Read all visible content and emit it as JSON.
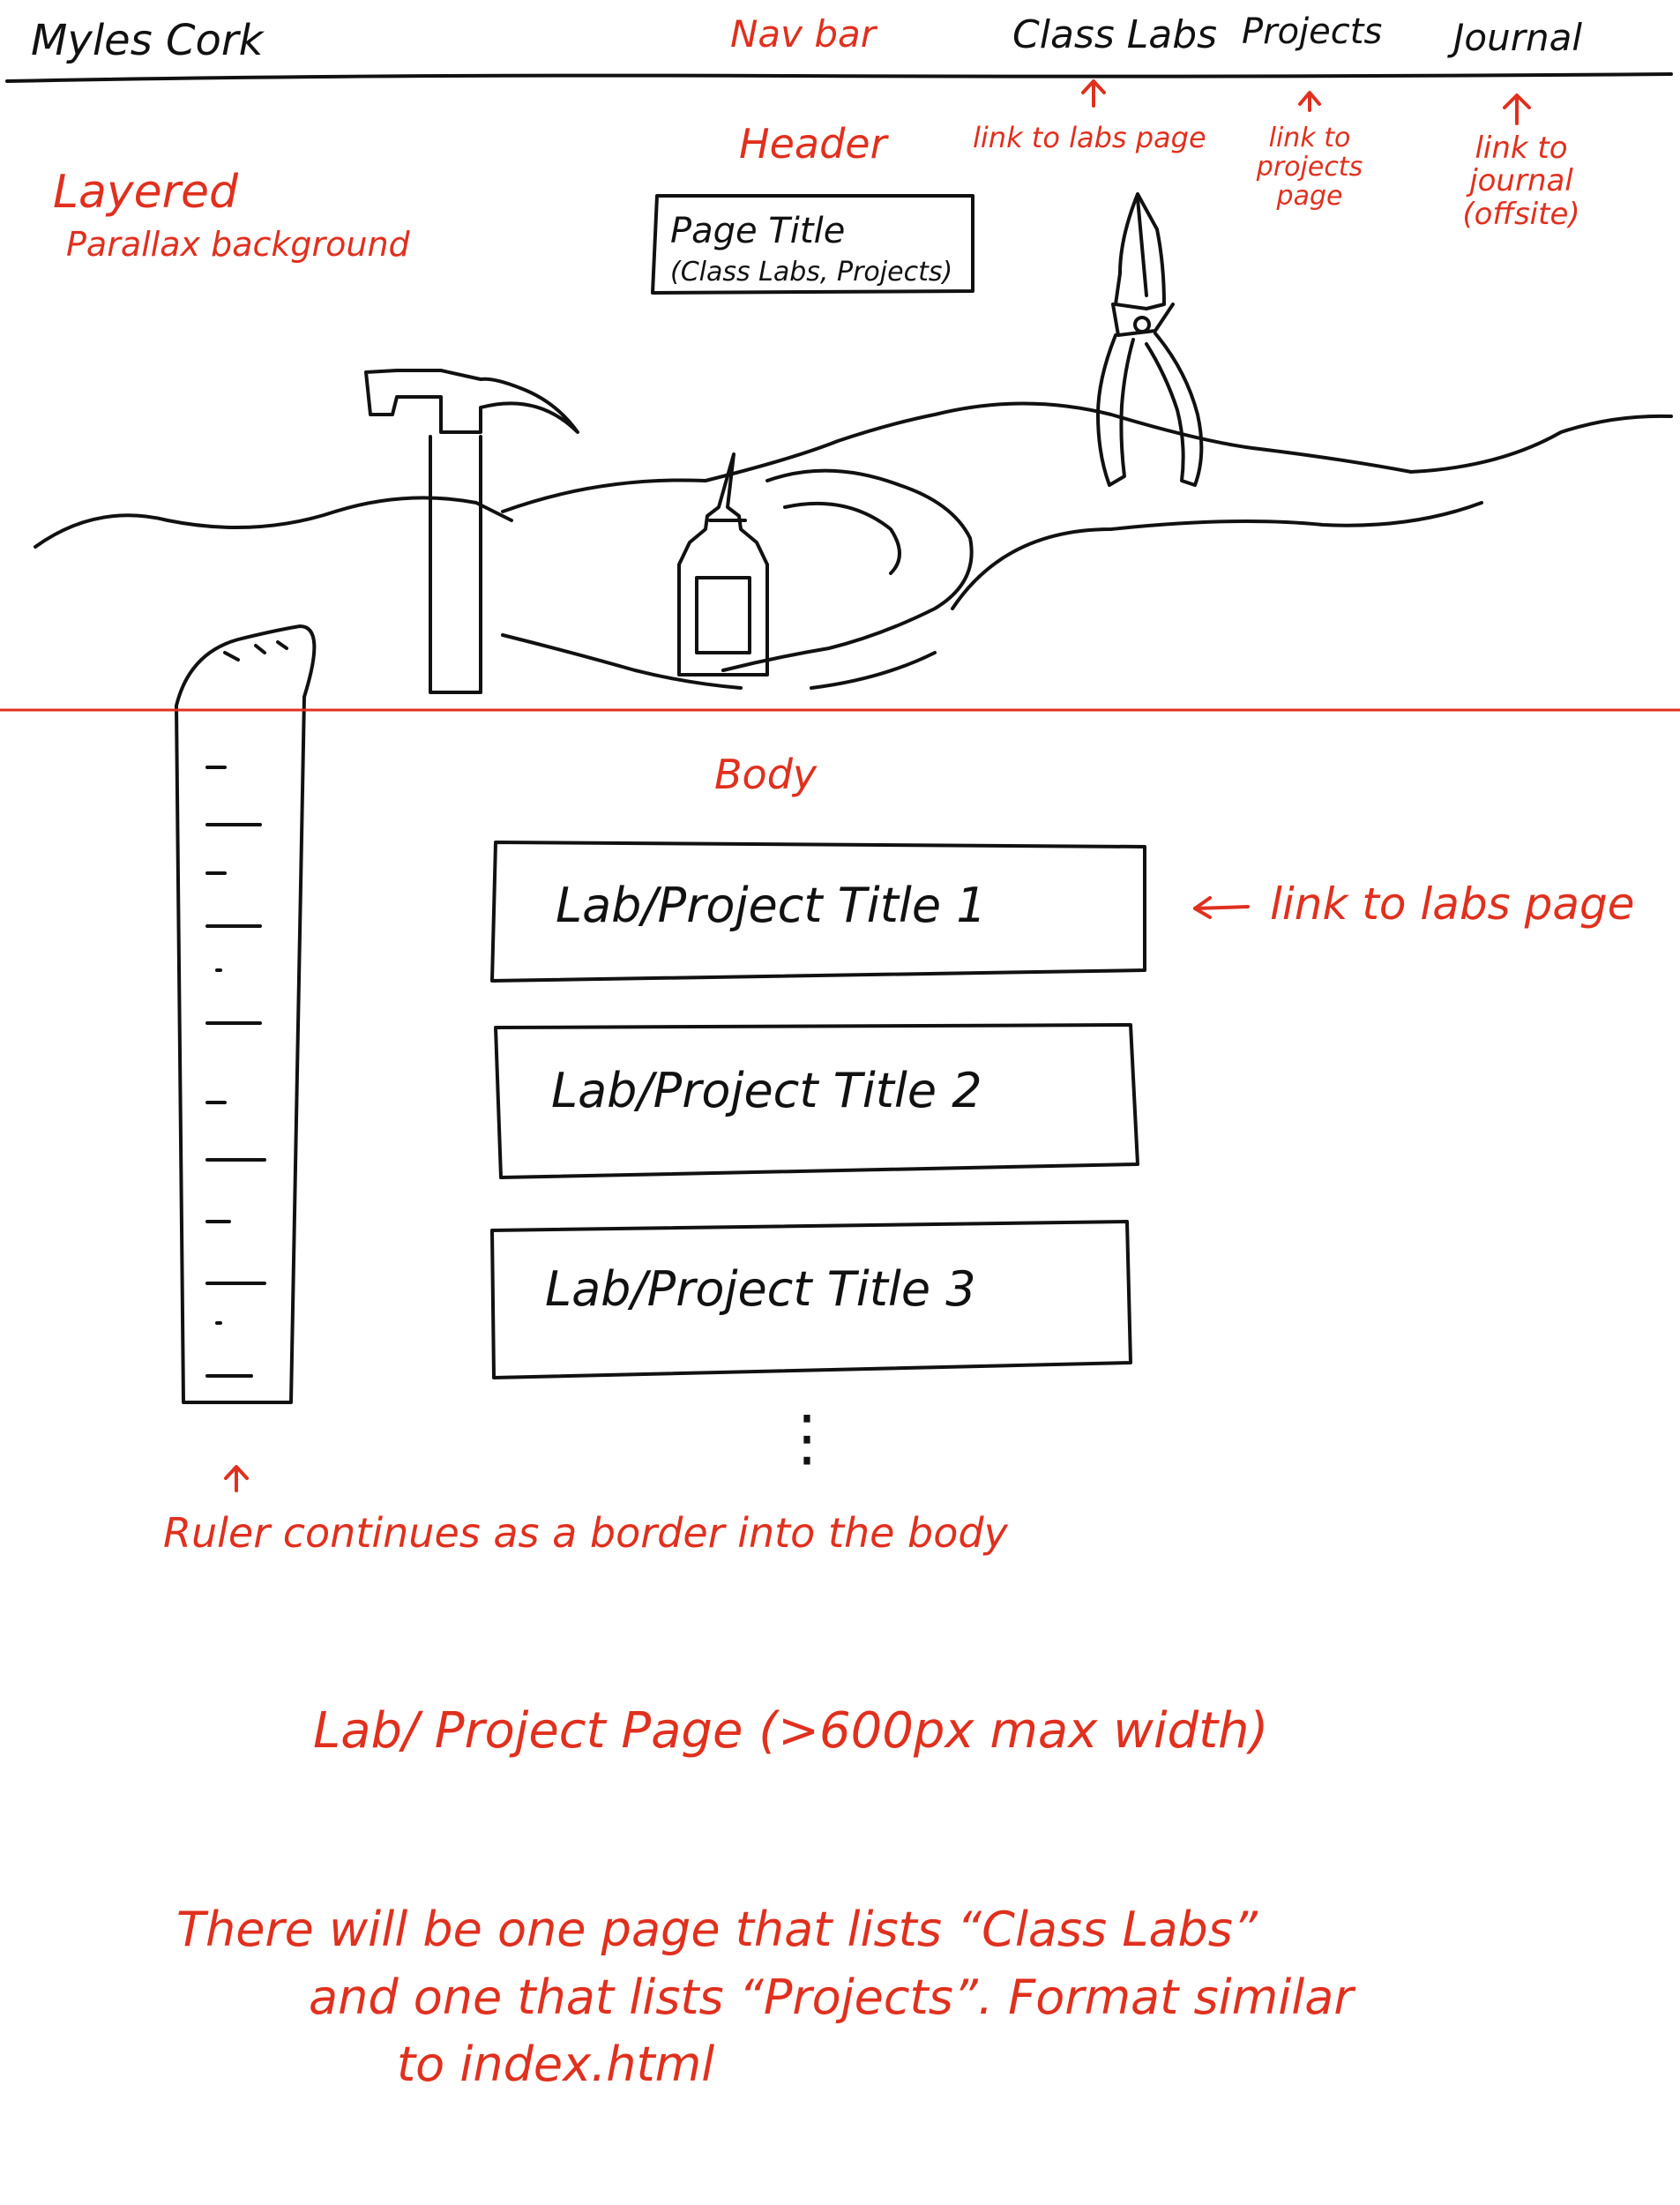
{
  "colors": {
    "ink": "#111111",
    "annotation": "#e0301e",
    "background": "#ffffff"
  },
  "nav": {
    "site_name": "Myles Cork",
    "label": "Nav bar",
    "links": [
      "Class Labs",
      "Projects",
      "Journal"
    ]
  },
  "annotations": {
    "class_labs_link": "link to labs page",
    "projects_link": [
      "link to",
      "projects",
      "page"
    ],
    "journal_link": [
      "link to",
      "journal",
      "(offsite)"
    ],
    "header_label": "Header",
    "background_label": [
      "Layered",
      "Parallax background"
    ],
    "body_label": "Body",
    "list_link": "link to labs page",
    "ruler_note": "Ruler continues as a border into the body",
    "page_spec": "Lab/ Project Page (>600px max width)",
    "footer_note": [
      "There will be one page that lists “Class Labs”",
      "and one that lists “Projects”. Format similar",
      "to index.html"
    ]
  },
  "header": {
    "title_lines": [
      "Page Title",
      "(Class Labs, Projects)"
    ]
  },
  "icons": [
    "hammer-icon",
    "glue-bottle-icon",
    "pliers-icon",
    "tape-measure-icon"
  ],
  "body": {
    "items": [
      "Lab/Project Title 1",
      "Lab/Project Title 2",
      "Lab/Project Title 3"
    ],
    "more_indicator": "⋮"
  }
}
